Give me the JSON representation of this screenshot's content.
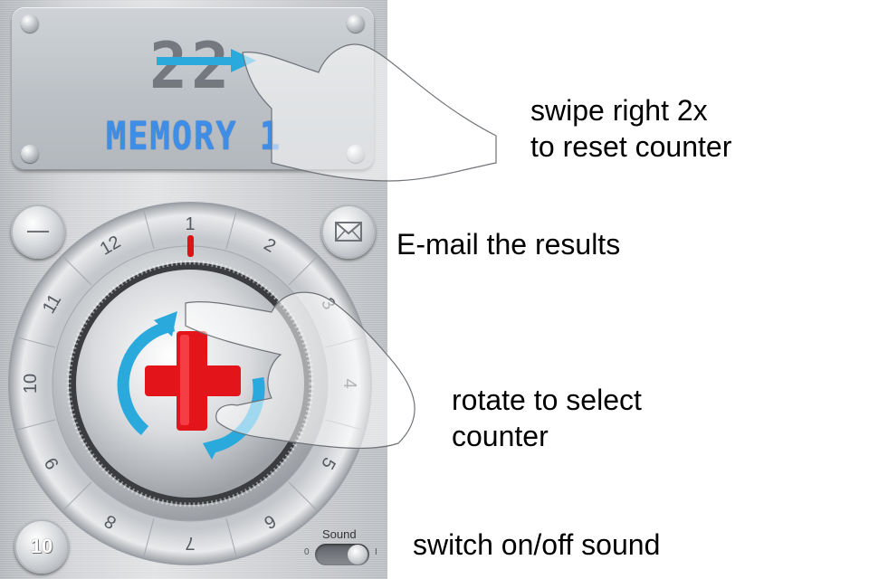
{
  "display": {
    "counter_value": "22",
    "memory_label": "MEMORY 1"
  },
  "dial": {
    "numbers": [
      "1",
      "2",
      "3",
      "4",
      "5",
      "6",
      "7",
      "8",
      "9",
      "10",
      "11",
      "12"
    ]
  },
  "buttons": {
    "bottom_left_label": "10"
  },
  "sound": {
    "label": "Sound",
    "off_label": "0",
    "on_label": "I"
  },
  "annotations": {
    "swipe_line1": "swipe right 2x",
    "swipe_line2": "to reset counter",
    "email": "E-mail the results",
    "rotate_line1": "rotate to select",
    "rotate_line2": "counter",
    "sound": "switch on/off sound"
  },
  "colors": {
    "lcd_blue": "#3e8de6",
    "plus_red": "#e4141b",
    "arrow_blue": "#2aa9dc",
    "indicator_red": "#d9141a"
  },
  "icons": {
    "minus": "minus-icon",
    "mail": "envelope-icon",
    "plus": "plus-icon",
    "arrows": "rotate-arrows-icon",
    "swipe_arrow": "arrow-right-icon",
    "hands": "hand-gesture-icon"
  }
}
